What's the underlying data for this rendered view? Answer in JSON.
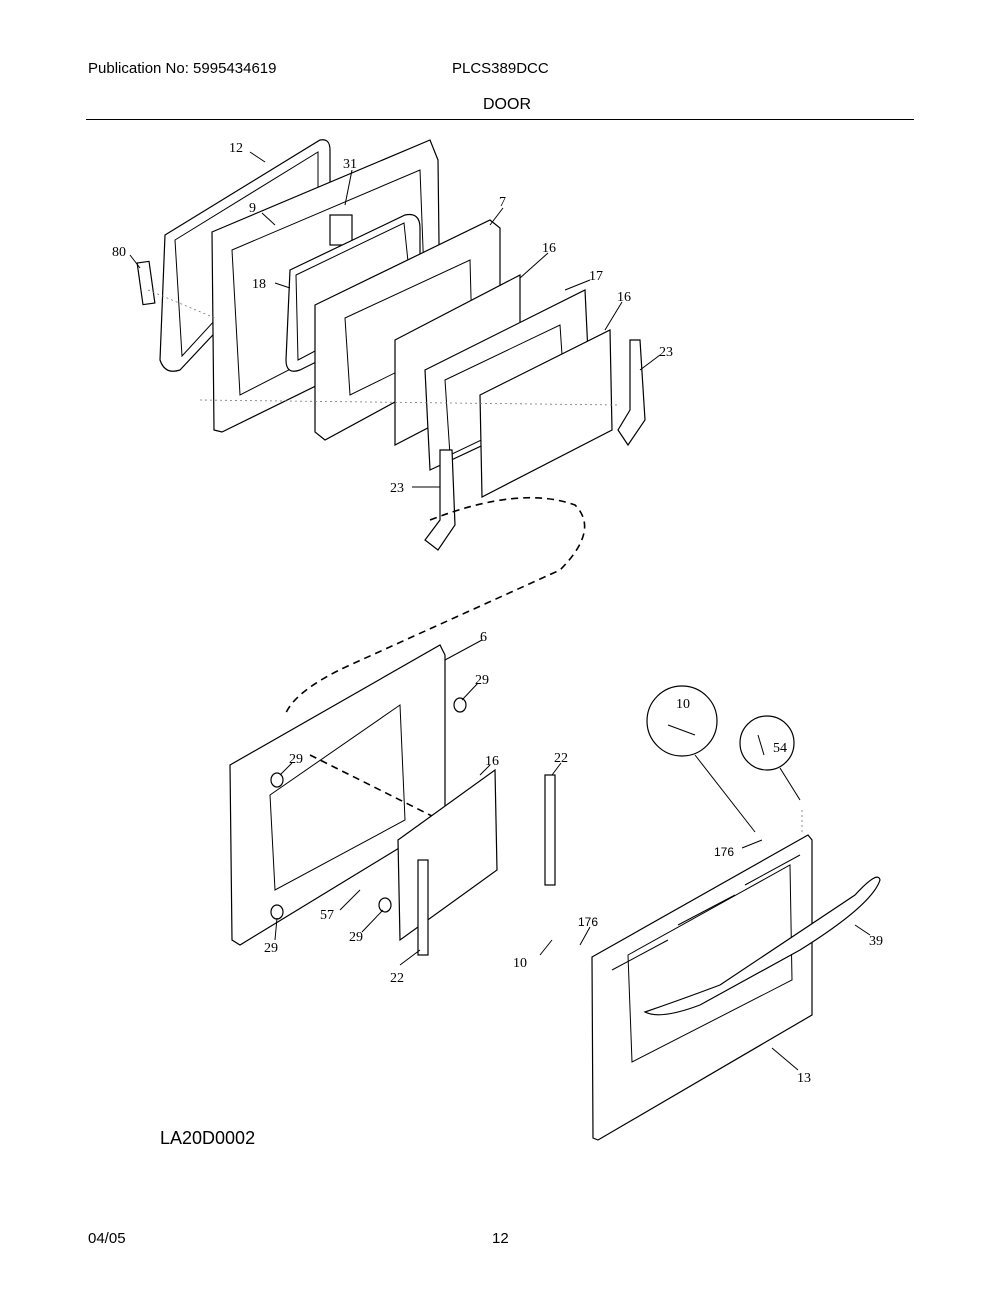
{
  "header": {
    "publication": "Publication No: 5995434619",
    "model": "PLCS389DCC",
    "section": "DOOR"
  },
  "diagram": {
    "code": "LA20D0002",
    "callouts": [
      "12",
      "31",
      "9",
      "7",
      "80",
      "16",
      "17",
      "18",
      "16",
      "23",
      "23",
      "6",
      "29",
      "10",
      "54",
      "29",
      "16",
      "22",
      "176",
      "57",
      "29",
      "29",
      "176",
      "10",
      "22",
      "39",
      "13"
    ]
  },
  "footer": {
    "date": "04/05",
    "page": "12"
  }
}
